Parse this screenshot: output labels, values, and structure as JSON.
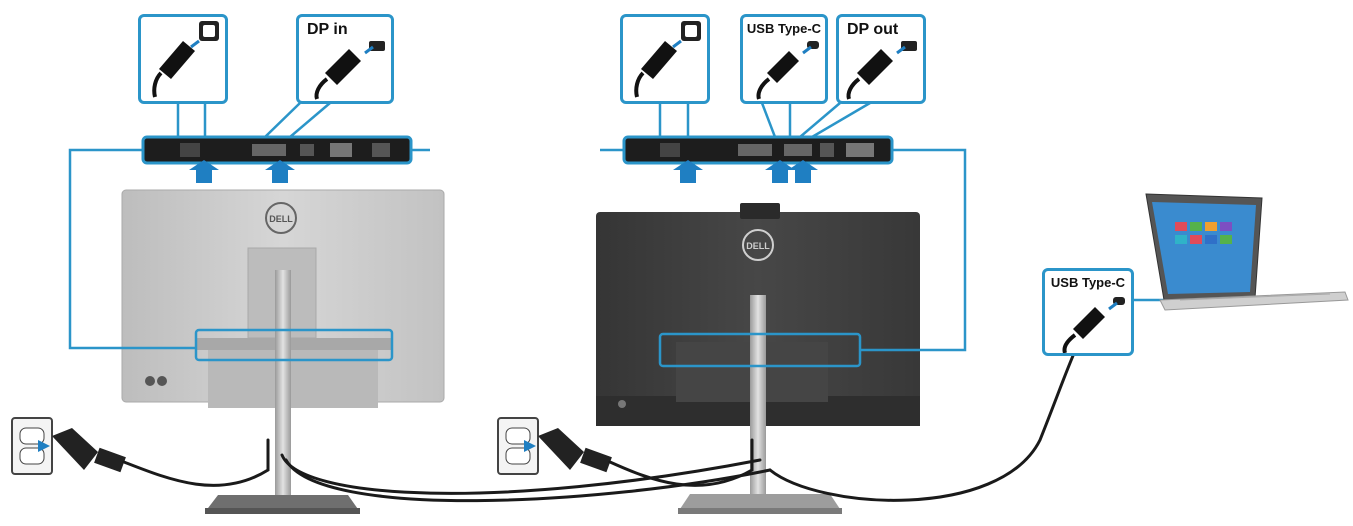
{
  "diagram": {
    "labels": {
      "dp_in": "DP in",
      "usb_c_monitor": "USB Type-C",
      "dp_out": "DP out",
      "usb_c_laptop": "USB Type-C"
    },
    "brand_logo": "DELL",
    "colors": {
      "accent_blue": "#2b95c9",
      "arrow_blue": "#1f7fc2",
      "monitor_left": "#c9c9c9",
      "monitor_right": "#3c3c3c",
      "cable": "#1a1a1a"
    },
    "icons": [
      "power-cable-icon",
      "displayport-cable-icon",
      "usb-c-cable-icon",
      "wall-outlet-icon",
      "laptop-icon"
    ]
  }
}
